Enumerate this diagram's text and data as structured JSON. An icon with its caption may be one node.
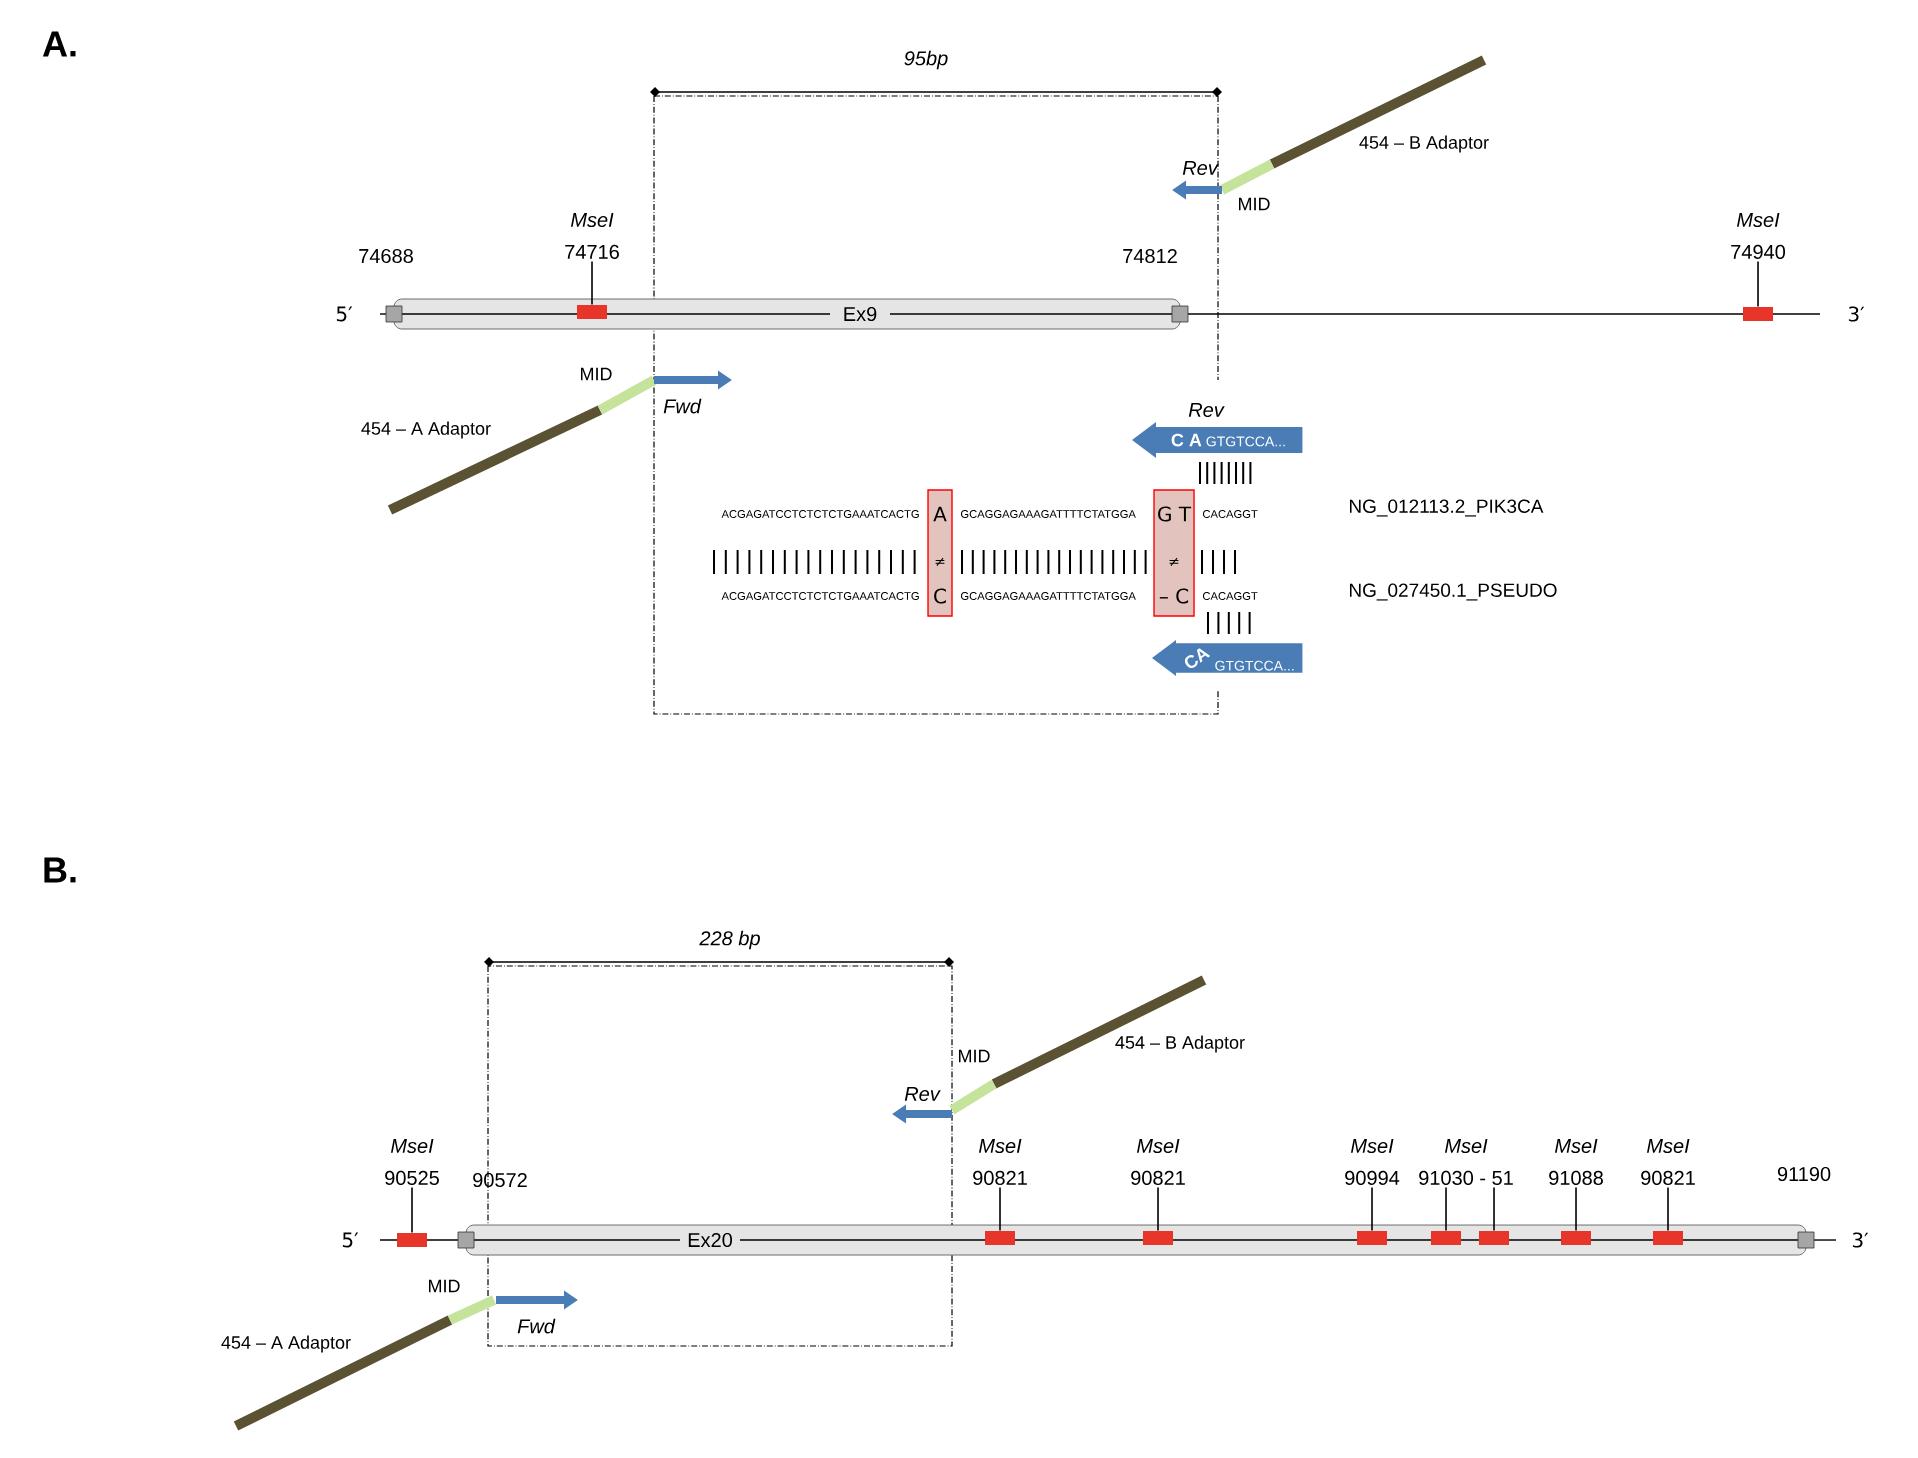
{
  "diagram": {
    "nodes": [
      {
        "text": [
          "Ex9"
        ]
      },
      {
        "text": [
          "MseI",
          "74716"
        ]
      },
      {
        "text": [],
        "shape": "box",
        "in": 0
      },
      {
        "text": [
          "MseI",
          "74940"
        ]
      },
      {
        "text": [],
        "shape": "box"
      },
      {
        "text": [
          "Ex20"
        ]
      },
      {
        "text": [
          "MseI",
          "90525"
        ]
      },
      {
        "text": [],
        "shape": "box"
      },
      {
        "text": [
          "MseI",
          "90821"
        ]
      },
      {
        "text": [],
        "shape": "box",
        "in": 5
      },
      {
        "text": [
          "MseI",
          "90821"
        ]
      },
      {
        "text": [],
        "shape": "box",
        "in": 5
      },
      {
        "text": [
          "MseI",
          "90994"
        ]
      },
      {
        "text": [],
        "shape": "box",
        "in": 5
      },
      {
        "text": [
          "MseI",
          "91030 - 51"
        ]
      },
      {
        "text": [],
        "shape": "box",
        "in": 5
      },
      {
        "text": [],
        "shape": "box",
        "in": 5
      },
      {
        "text": [
          "MseI",
          "91088"
        ]
      },
      {
        "text": [],
        "shape": "box",
        "in": 5
      },
      {
        "text": [
          "MseI",
          "90821"
        ]
      },
      {
        "text": [],
        "shape": "box",
        "in": 5
      },
      {
        "text": [
          "C A",
          "GTGTCCA..."
        ]
      },
      {
        "text": [
          "A",
          "≠",
          "C"
        ]
      },
      {
        "text": [
          "G T",
          "≠",
          "– C"
        ]
      },
      {
        "text": [
          "CA",
          "GTGTCCA..."
        ]
      }
    ],
    "edges": [
      {
        "from": 1,
        "to": 2,
        "arrow": "none"
      },
      {
        "from": 3,
        "to": 4,
        "arrow": "none"
      },
      {
        "from": 6,
        "to": 7,
        "arrow": "none"
      },
      {
        "from": 8,
        "to": 9,
        "arrow": "none"
      },
      {
        "from": 10,
        "to": 11,
        "arrow": "none"
      },
      {
        "from": 12,
        "to": 13,
        "arrow": "none"
      },
      {
        "from": 14,
        "to": 15,
        "arrow": "none"
      },
      {
        "from": 14,
        "to": 16,
        "arrow": "none"
      },
      {
        "from": 17,
        "to": 18,
        "arrow": "none"
      },
      {
        "from": 19,
        "to": 20,
        "arrow": "none"
      }
    ],
    "labels": [
      "A.",
      "95bp",
      "454 – B Adaptor",
      "Rev",
      "MID",
      "74688",
      "74812",
      "5′",
      "3′",
      "MID",
      "Fwd",
      "454 – A Adaptor",
      "Rev",
      "ACGAGATCCTCTCTCTGAAATCACTG",
      "GCAGGAGAAAGATTTTCTATGGA",
      "CACAGGT",
      "NG_012113.2_PIK3CA",
      "ACGAGATCCTCTCTCTGAAATCACTG",
      "GCAGGAGAAAGATTTTCTATGGA",
      "CACAGGT",
      "NG_027450.1_PSEUDO",
      "B.",
      "228 bp",
      "454 – B Adaptor",
      "MID",
      "Rev",
      "90572",
      "91190",
      "5′",
      "3′",
      "MID",
      "Fwd",
      "454 – A Adaptor"
    ]
  }
}
